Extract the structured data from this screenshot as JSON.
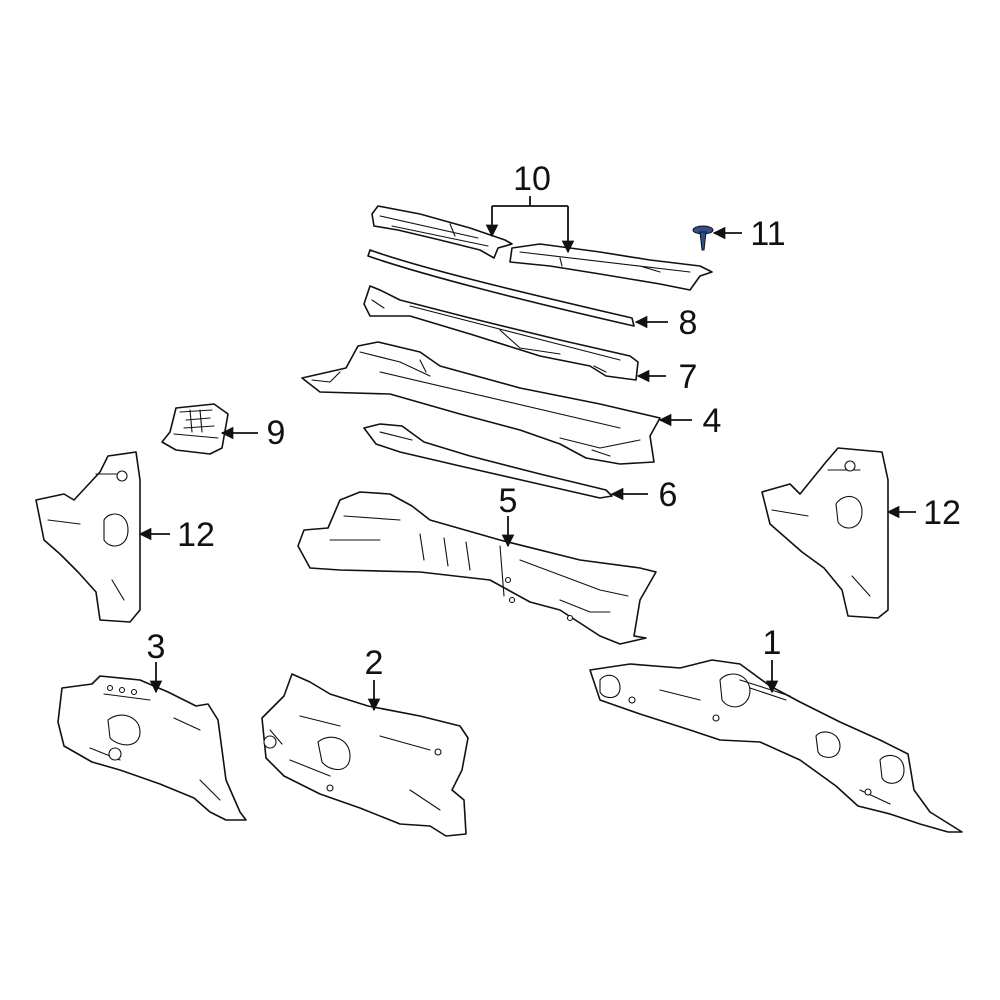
{
  "callouts": [
    {
      "id": "c1",
      "label": "1"
    },
    {
      "id": "c2",
      "label": "2"
    },
    {
      "id": "c3",
      "label": "3"
    },
    {
      "id": "c4",
      "label": "4"
    },
    {
      "id": "c5",
      "label": "5"
    },
    {
      "id": "c6",
      "label": "6"
    },
    {
      "id": "c7",
      "label": "7"
    },
    {
      "id": "c8",
      "label": "8"
    },
    {
      "id": "c9",
      "label": "9"
    },
    {
      "id": "c10",
      "label": "10"
    },
    {
      "id": "c11",
      "label": "11"
    },
    {
      "id": "c12-left",
      "label": "12"
    },
    {
      "id": "c12-right",
      "label": "12"
    }
  ],
  "colors": {
    "line": "#111111",
    "background": "#ffffff",
    "highlight_part": "#2f4f8f"
  }
}
